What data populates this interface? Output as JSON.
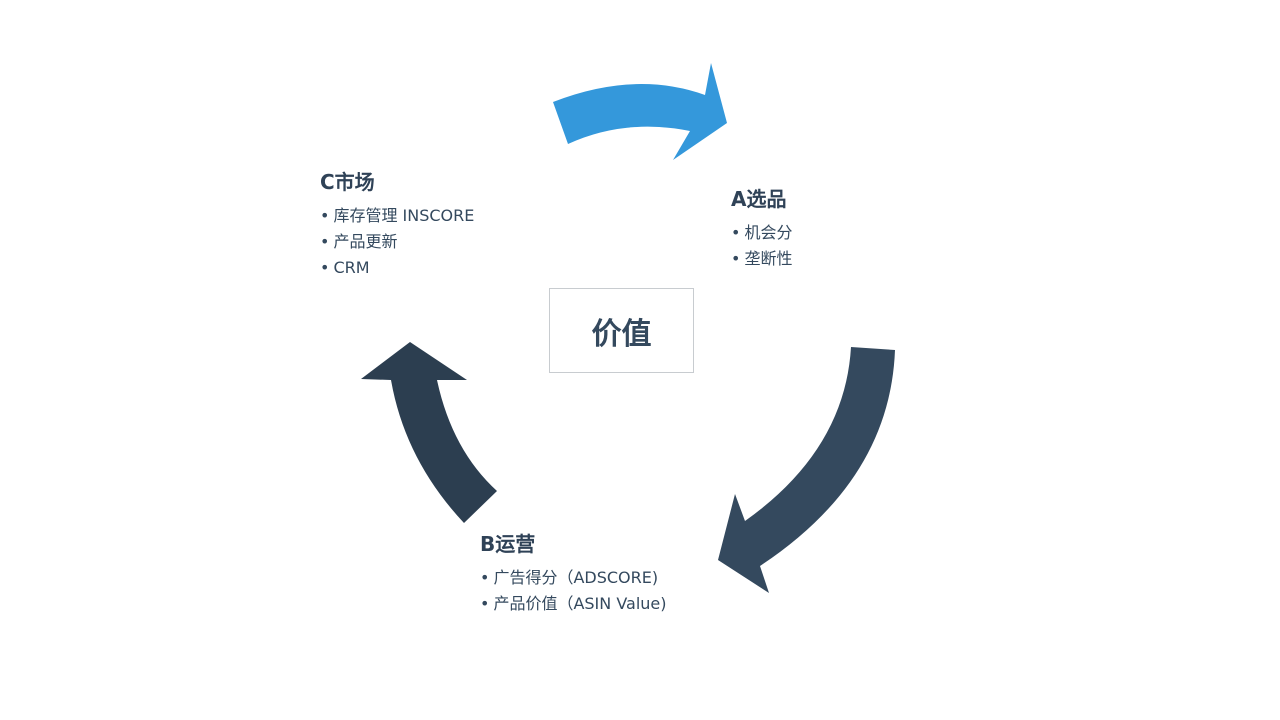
{
  "center": {
    "label": "价值"
  },
  "colors": {
    "blue_arrow": "#3498db",
    "right_arrow": "#34495e",
    "left_arrow": "#2c3e50",
    "text": "#34495e"
  },
  "sections": {
    "a": {
      "title": "A选品",
      "items": [
        "机会分",
        "垄断性"
      ]
    },
    "b": {
      "title": "B运营",
      "items": [
        "广告得分（ADSCORE)",
        "产品价值（ASIN Value)"
      ]
    },
    "c": {
      "title": "C市场",
      "items": [
        "库存管理 INSCORE",
        "产品更新",
        "CRM"
      ]
    }
  }
}
